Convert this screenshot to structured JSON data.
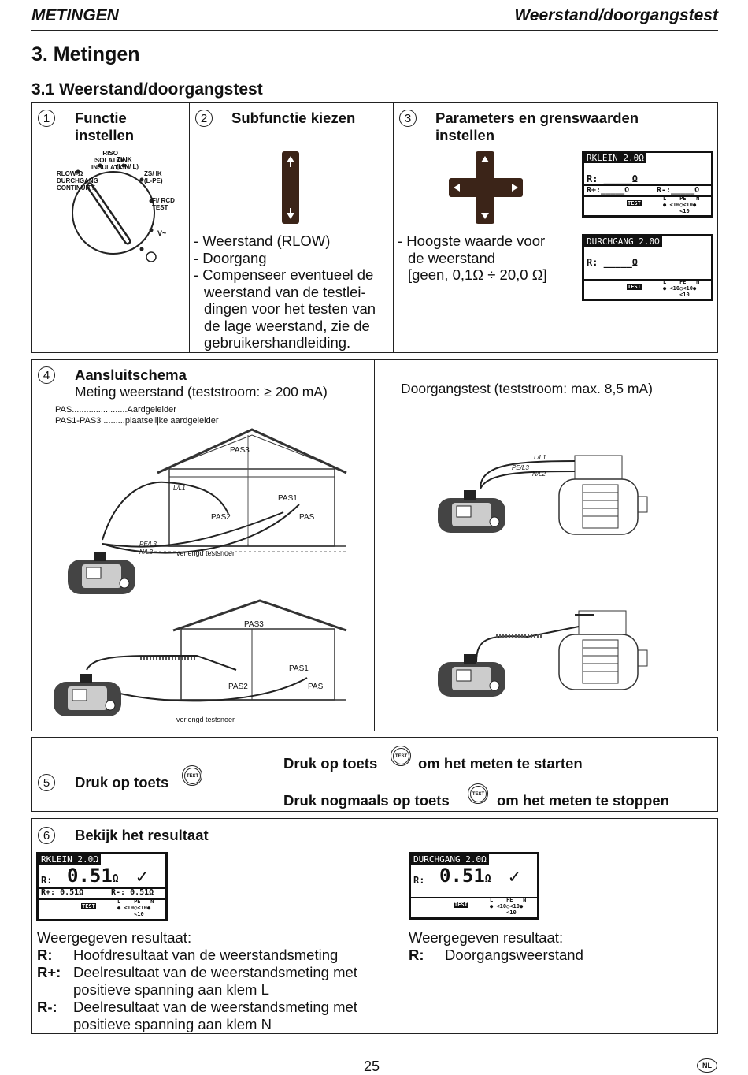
{
  "header": {
    "left": "METINGEN",
    "right": "Weerstand/doorgangstest"
  },
  "chapter_title": "3. Metingen",
  "section_title": "3.1 Weerstand/doorgangstest",
  "step1": {
    "num": "1",
    "title_a": "Functie",
    "title_b": "instellen",
    "dial_labels": [
      "RISO",
      "ISOLATION",
      "INSULATION",
      "RLOW-Ω",
      "DURCHGANG",
      "CONTINUITY",
      "ZI/ IK",
      "(L-N/ L)",
      "ZS/ IK",
      "(L-PE)",
      "FI/ RCD",
      "TEST",
      "V~"
    ]
  },
  "step2": {
    "num": "2",
    "title": "Subfunctie kiezen",
    "lines": [
      "- Weerstand (RLOW)",
      "- Doorgang",
      "- Compenseer eventueel de",
      "weerstand van de testlei-",
      "dingen voor het testen van",
      "de lage weerstand, zie de",
      "gebruikershandleiding."
    ]
  },
  "step3": {
    "num": "3",
    "title_a": "Parameters en grenswaarden",
    "title_b": "instellen",
    "lines": [
      "- Hoogste waarde voor",
      "de weerstand",
      "[geen, 0,1Ω ÷ 20,0 Ω]"
    ],
    "lcd1": {
      "mode": "RKLEIN",
      "limit": "2.0Ω",
      "r": "R:  _____Ω",
      "rp": "R+:_____Ω",
      "rm": "R-:_____Ω"
    },
    "lcd2": {
      "mode": "DURCHGANG",
      "limit": "2.0Ω",
      "r": "R:  _____Ω"
    }
  },
  "lcd_common": {
    "test": "TEST",
    "l": "L",
    "pe": "PE",
    "n": "N",
    "lt1": "<10",
    "lt2": "<10",
    "lt3": "<10"
  },
  "step4": {
    "num": "4",
    "title": "Aansluitschema",
    "subtitle": "Meting weerstand (teststroom: ≥ 200 mA)",
    "legend1": "PAS.......................Aardgeleider",
    "legend2": "PAS1-PAS3 .........plaatselijke aardgeleider",
    "right_title": "Doorgangstest (teststroom: max. 8,5 mA)",
    "house_labels": {
      "pas3": "PAS3",
      "pas1": "PAS1",
      "pas2": "PAS2",
      "pas": "PAS",
      "l": "L/L1",
      "pe": "PE/L3",
      "n": "N/L2",
      "cable": "verlengd testsnoer"
    },
    "motor_labels": {
      "l": "L/L1",
      "pe": "PE/L3",
      "n": "N/L2"
    }
  },
  "step5": {
    "num": "5",
    "label": "Druk op toets",
    "start_a": "Druk op toets",
    "start_b": "om het meten te starten",
    "stop_a": "Druk nogmaals op toets",
    "stop_b": "om het meten te stoppen",
    "test": "TEST"
  },
  "step6": {
    "num": "6",
    "title": "Bekijk het resultaat",
    "lcd1": {
      "mode": "RKLEIN",
      "limit": "2.0Ω",
      "value": "0.51",
      "unit": "Ω",
      "rp": "R+: 0.51Ω",
      "rm": "R-: 0.51Ω"
    },
    "lcd2": {
      "mode": "DURCHGANG",
      "limit": "2.0Ω",
      "value": "0.51",
      "unit": "Ω"
    },
    "left_intro": "Weergegeven resultaat:",
    "left_rows": [
      {
        "key": "R:",
        "text": "Hoofdresultaat van de weerstandsmeting"
      },
      {
        "key": "R+:",
        "text": "Deelresultaat van de weerstandsmeting met"
      },
      {
        "key": "",
        "text": "positieve spanning aan klem L"
      },
      {
        "key": "R-:",
        "text": "Deelresultaat van de weerstandsmeting met"
      },
      {
        "key": "",
        "text": "positieve spanning aan klem N"
      }
    ],
    "right_intro": "Weergegeven resultaat:",
    "right_rows": [
      {
        "key": "R:",
        "text": "Doorgangsweerstand"
      }
    ]
  },
  "footer": {
    "page": "25",
    "lang": "NL"
  }
}
